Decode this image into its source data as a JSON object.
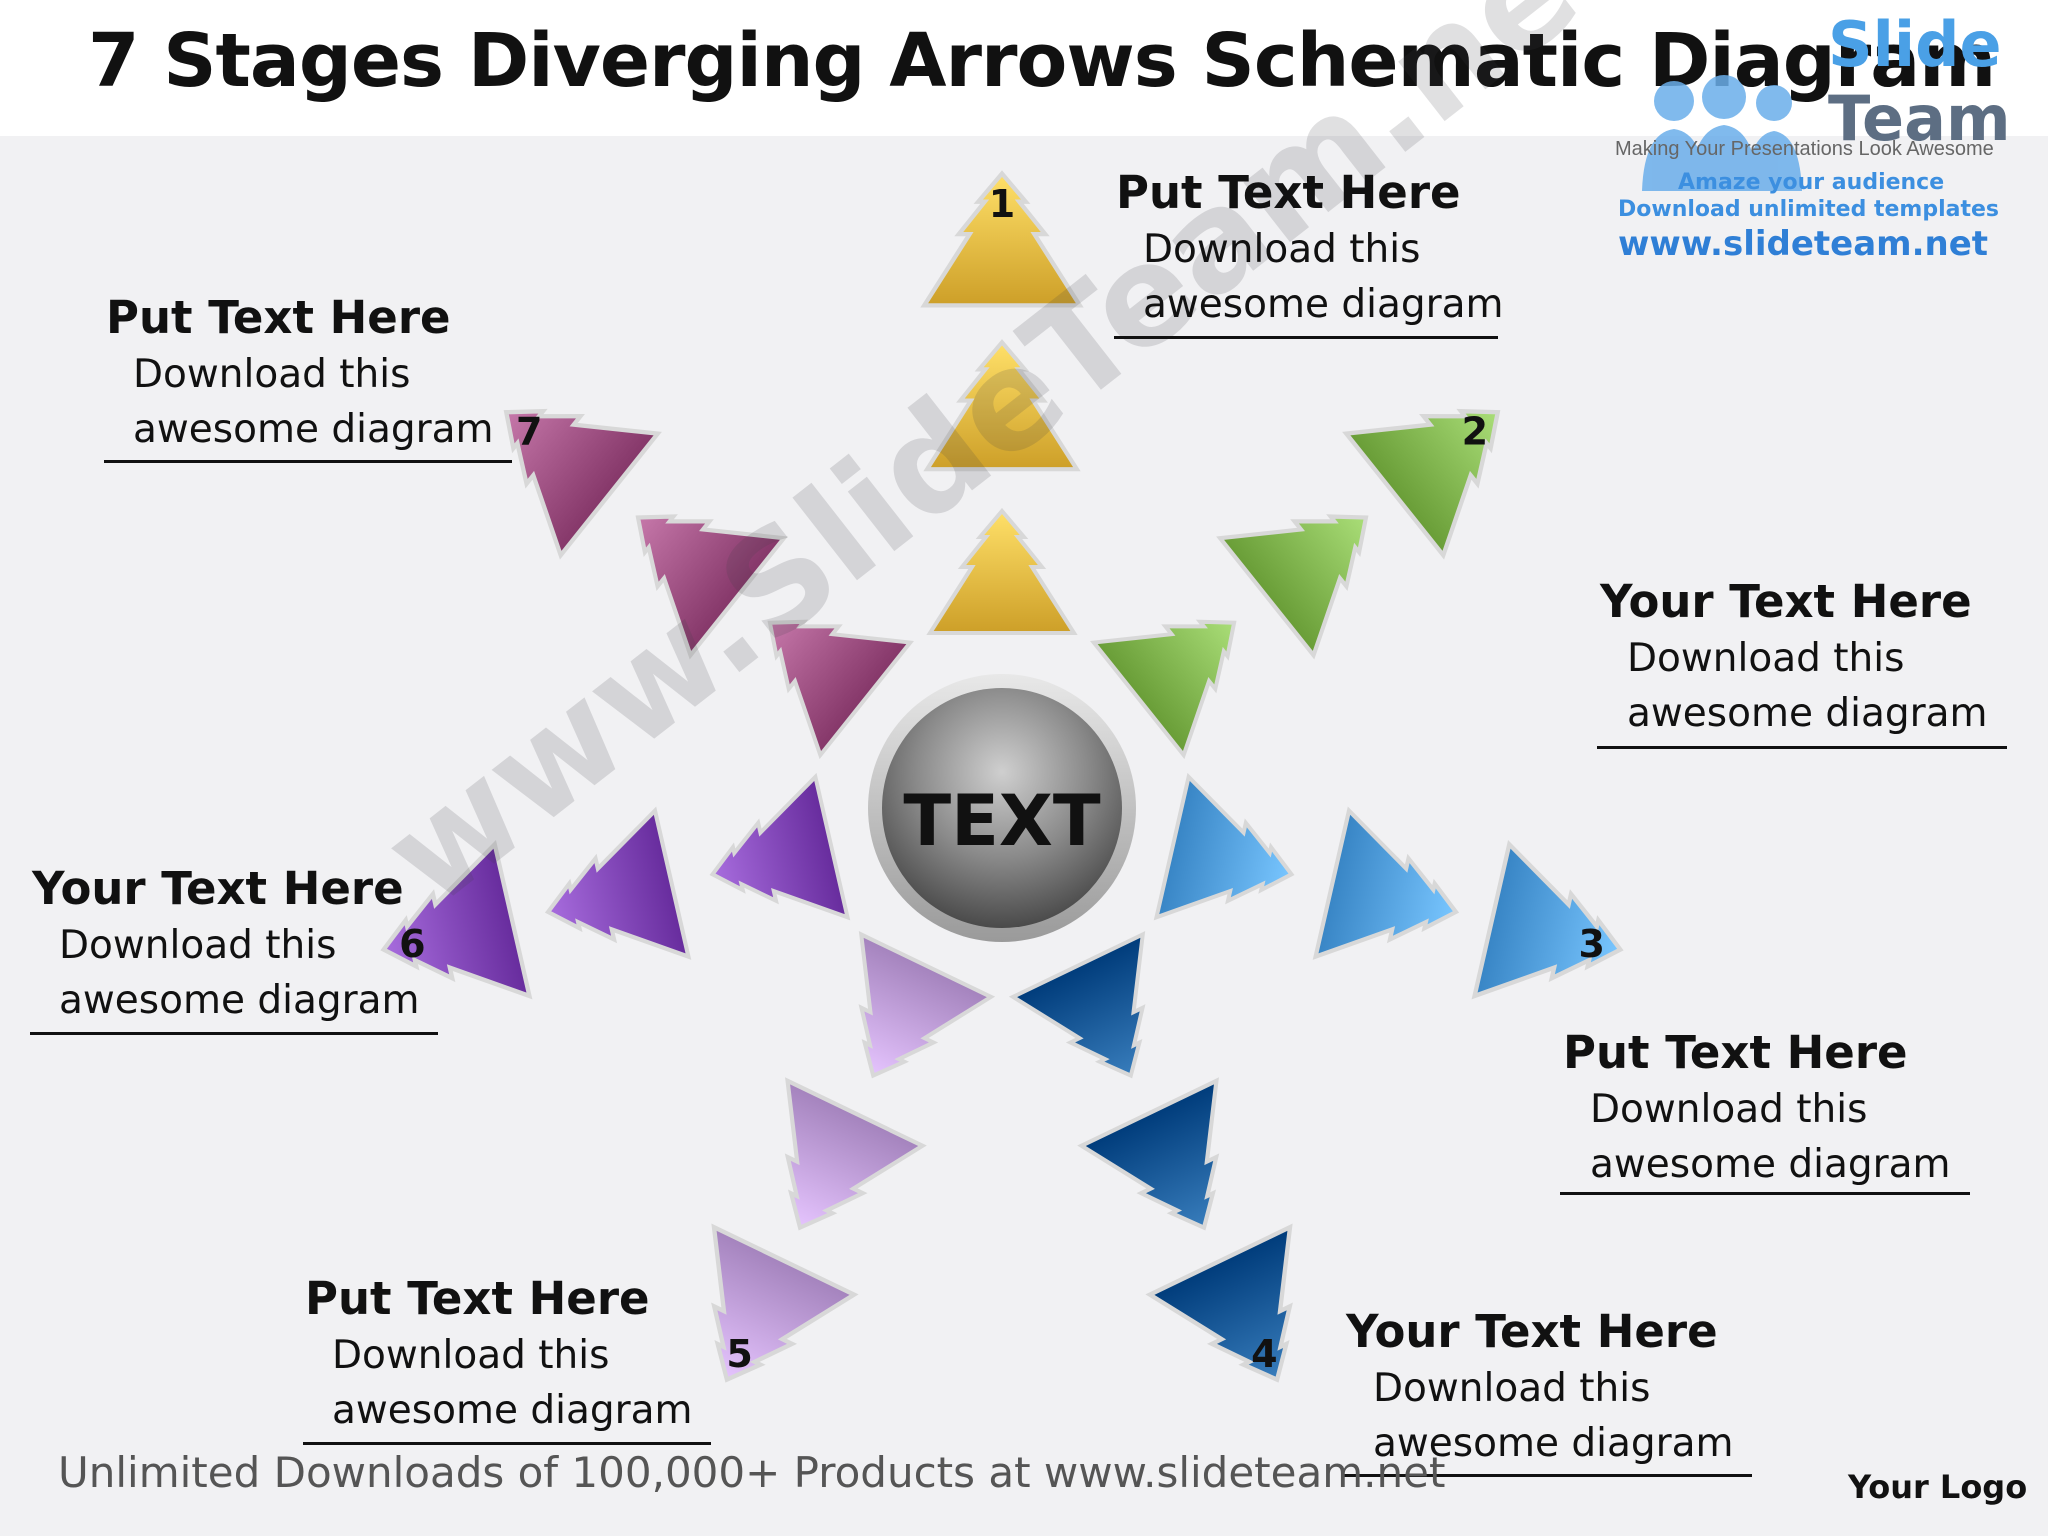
{
  "title": "7 Stages Diverging Arrows Schematic Diagram",
  "brand": {
    "name_line_1": "Slide",
    "name_line_2": "Team",
    "tagline": "Making Your Presentations Look Awesome",
    "promo_line_1": "Amaze your audience",
    "promo_line_2": "Download unlimited templates",
    "url": "www.slideteam.net",
    "colors": {
      "primary": "#4aa0e6",
      "secondary": "#5d6e83"
    }
  },
  "watermark": "www.SlideTeam.net",
  "center_label": "TEXT",
  "stages": [
    {
      "number": "1",
      "color": "#f0c24b"
    },
    {
      "number": "2",
      "color": "#8cc05a"
    },
    {
      "number": "3",
      "color": "#5ba8e8"
    },
    {
      "number": "4",
      "color": "#1a5f9e"
    },
    {
      "number": "5",
      "color": "#c7a6e0"
    },
    {
      "number": "6",
      "color": "#8a4fc0"
    },
    {
      "number": "7",
      "color": "#a85a8c"
    }
  ],
  "callouts": [
    {
      "heading": "Put Text Here",
      "line1": "Download this",
      "line2": "awesome diagram"
    },
    {
      "heading": "Your Text Here",
      "line1": "Download this",
      "line2": "awesome diagram"
    },
    {
      "heading": "Put Text Here",
      "line1": "Download this",
      "line2": "awesome diagram"
    },
    {
      "heading": "Your Text Here",
      "line1": "Download this",
      "line2": "awesome diagram"
    },
    {
      "heading": "Put Text Here",
      "line1": "Download this",
      "line2": "awesome diagram"
    },
    {
      "heading": "Your Text Here",
      "line1": "Download this",
      "line2": "awesome diagram"
    },
    {
      "heading": "Put Text Here",
      "line1": "Download this",
      "line2": "awesome diagram"
    }
  ],
  "footer": "Unlimited Downloads of 100,000+ Products at www.slideteam.net",
  "logo_placeholder": "Your Logo"
}
